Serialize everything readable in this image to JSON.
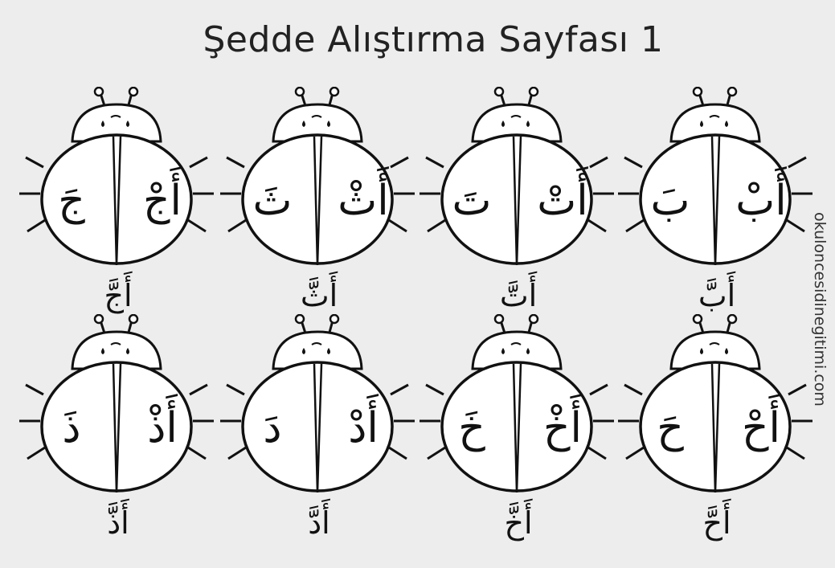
{
  "title": "Şedde Alıştırma Sayfası 1",
  "watermark": "okuloncesidinegitimi.com",
  "exercises": [
    {
      "left": "ب َ",
      "right": "أ َ بْ",
      "bottom": "أ َ بَّ"
    },
    {
      "left": "ت َ",
      "right": "أ َ تْ",
      "bottom": "أ َ تَّ"
    },
    {
      "left": "ث َ",
      "right": "أ َ ثْ",
      "bottom": "أ َ ثَّ"
    },
    {
      "left": "ج َ",
      "right": "أ َ جْ",
      "bottom": "أ َ جَّ"
    },
    {
      "left": "ح َ",
      "right": "أ َ حْ",
      "bottom": "أ َ حَّ"
    },
    {
      "left": "خ َ",
      "right": "أ َ خْ",
      "bottom": "أ َ خَّ"
    },
    {
      "left": "د َ",
      "right": "أ َ دْ",
      "bottom": "أ َ دَّ"
    },
    {
      "left": "ذ َ",
      "right": "أ َ ذْ",
      "bottom": "أ َ ذَّ"
    }
  ]
}
